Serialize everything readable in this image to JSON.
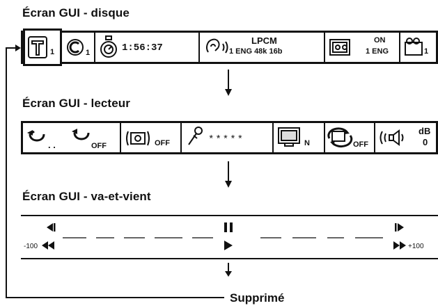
{
  "disc_gui": {
    "heading": "Écran GUI - disque",
    "title_value": "1",
    "chapter_value": "1",
    "time": "1:56:37",
    "audio_format": "LPCM",
    "audio_detail": "1 ENG 48k 16b",
    "subtitle_state": "ON",
    "subtitle_lang": "1 ENG",
    "angle_value": "1"
  },
  "player_gui": {
    "heading": "Écran GUI - lecteur",
    "repeat_ab_value": ". .",
    "repeat_state": "OFF",
    "zoom_state": "OFF",
    "marker_value": "*****",
    "picture_mode": "N",
    "surround_state": "OFF",
    "volume_unit": "dB",
    "volume_value": "0"
  },
  "shuttle_gui": {
    "heading": "Écran GUI - va-et-vient",
    "min_speed": "-100",
    "max_speed": "+100"
  },
  "footer": {
    "removed_label": "Supprimé"
  }
}
